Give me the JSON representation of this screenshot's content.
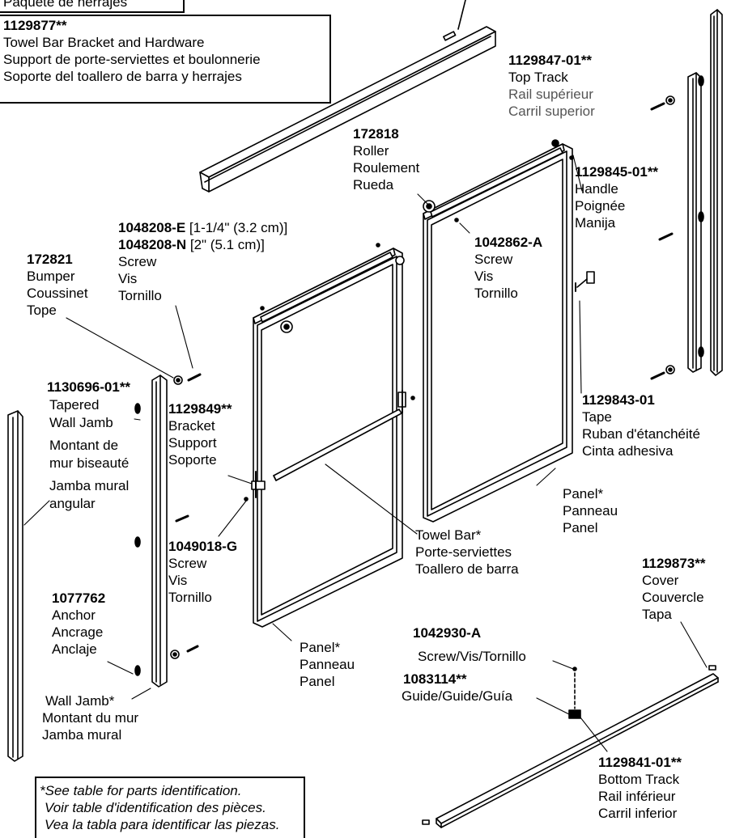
{
  "hardware_pack_label": "Paquete de herrajes",
  "towel_bar_bracket": {
    "part_no": "1129877**",
    "lines": [
      "Towel Bar Bracket and Hardware",
      "Support de porte-serviettes et boulonnerie",
      "Soporte del toallero de barra y herrajes"
    ]
  },
  "top_track": {
    "part_no": "1129847-01**",
    "lines": [
      "Top Track",
      "Rail supérieur",
      "Carril superior"
    ]
  },
  "roller": {
    "part_no": "172818",
    "lines": [
      "Roller",
      "Roulement",
      "Rueda"
    ]
  },
  "handle": {
    "part_no": "1129845-01**",
    "lines": [
      "Handle",
      "Poignée",
      "Manija"
    ]
  },
  "screw_1048208": {
    "part_no_e": "1048208-E",
    "size_e": " [1-1/4\" (3.2 cm)]",
    "part_no_n": "1048208-N",
    "size_n": " [2\" (5.1 cm)]",
    "lines": [
      "Screw",
      "Vis",
      "Tornillo"
    ]
  },
  "screw_1042862": {
    "part_no": "1042862-A",
    "lines": [
      "Screw",
      "Vis",
      "Tornillo"
    ]
  },
  "bumper": {
    "part_no": "172821",
    "lines": [
      "Bumper",
      "Coussinet",
      "Tope"
    ]
  },
  "tapered_wall_jamb": {
    "part_no": "1130696-01**",
    "lines": [
      "Tapered",
      "Wall Jamb",
      "Montant de",
      "mur biseauté",
      "Jamba mural",
      "angular"
    ]
  },
  "bracket": {
    "part_no": "1129849**",
    "lines": [
      "Bracket",
      "Support",
      "Soporte"
    ]
  },
  "tape": {
    "part_no": "1129843-01",
    "lines": [
      "Tape",
      "Ruban d'étanchéité",
      "Cinta adhesiva"
    ]
  },
  "panel_right": {
    "lines": [
      "Panel*",
      "Panneau",
      "Panel"
    ]
  },
  "screw_1049018": {
    "part_no": "1049018-G",
    "lines": [
      "Screw",
      "Vis",
      "Tornillo"
    ]
  },
  "towel_bar": {
    "lines": [
      "Towel Bar*",
      "Porte-serviettes",
      "Toallero de barra"
    ]
  },
  "anchor": {
    "part_no": "1077762",
    "lines": [
      "Anchor",
      "Ancrage",
      "Anclaje"
    ]
  },
  "cover": {
    "part_no": "1129873**",
    "lines": [
      "Cover",
      "Couvercle",
      "Tapa"
    ]
  },
  "panel_left": {
    "lines": [
      "Panel*",
      "Panneau",
      "Panel"
    ]
  },
  "screw_1042930": {
    "part_no": "1042930-A",
    "text": "Screw/Vis/Tornillo"
  },
  "guide": {
    "part_no": "1083114**",
    "text": "Guide/Guide/Guía"
  },
  "wall_jamb": {
    "lines": [
      "Wall Jamb*",
      "Montant du mur",
      "Jamba mural"
    ]
  },
  "bottom_track": {
    "part_no": "1129841-01**",
    "lines": [
      "Bottom Track",
      "Rail inférieur",
      "Carril inferior"
    ]
  },
  "footnote": {
    "lines": [
      "*See table for parts identification.",
      "Voir table d'identification des pièces.",
      "Vea la tabla para identificar las piezas."
    ]
  }
}
